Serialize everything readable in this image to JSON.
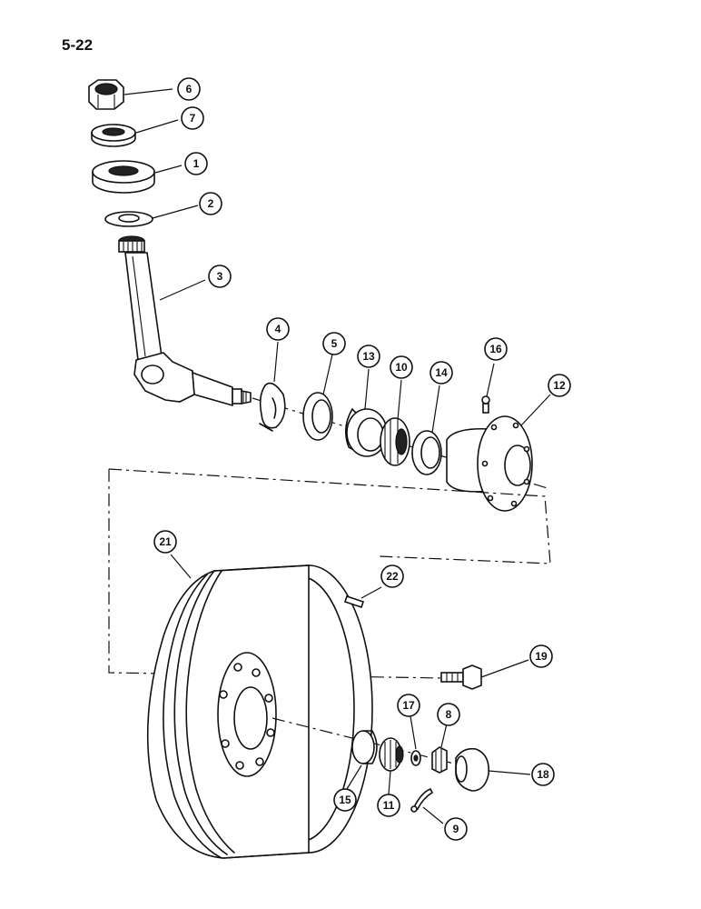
{
  "page": {
    "number": "5-22"
  },
  "callouts": [
    {
      "id": "6",
      "label": "6"
    },
    {
      "id": "7",
      "label": "7"
    },
    {
      "id": "1",
      "label": "1"
    },
    {
      "id": "2",
      "label": "2"
    },
    {
      "id": "3",
      "label": "3"
    },
    {
      "id": "4",
      "label": "4"
    },
    {
      "id": "5",
      "label": "5"
    },
    {
      "id": "13",
      "label": "13"
    },
    {
      "id": "10",
      "label": "10"
    },
    {
      "id": "14",
      "label": "14"
    },
    {
      "id": "16",
      "label": "16"
    },
    {
      "id": "12",
      "label": "12"
    },
    {
      "id": "21",
      "label": "21"
    },
    {
      "id": "22",
      "label": "22"
    },
    {
      "id": "19",
      "label": "19"
    },
    {
      "id": "17",
      "label": "17"
    },
    {
      "id": "8",
      "label": "8"
    },
    {
      "id": "18",
      "label": "18"
    },
    {
      "id": "15",
      "label": "15"
    },
    {
      "id": "11",
      "label": "11"
    },
    {
      "id": "9",
      "label": "9"
    }
  ]
}
